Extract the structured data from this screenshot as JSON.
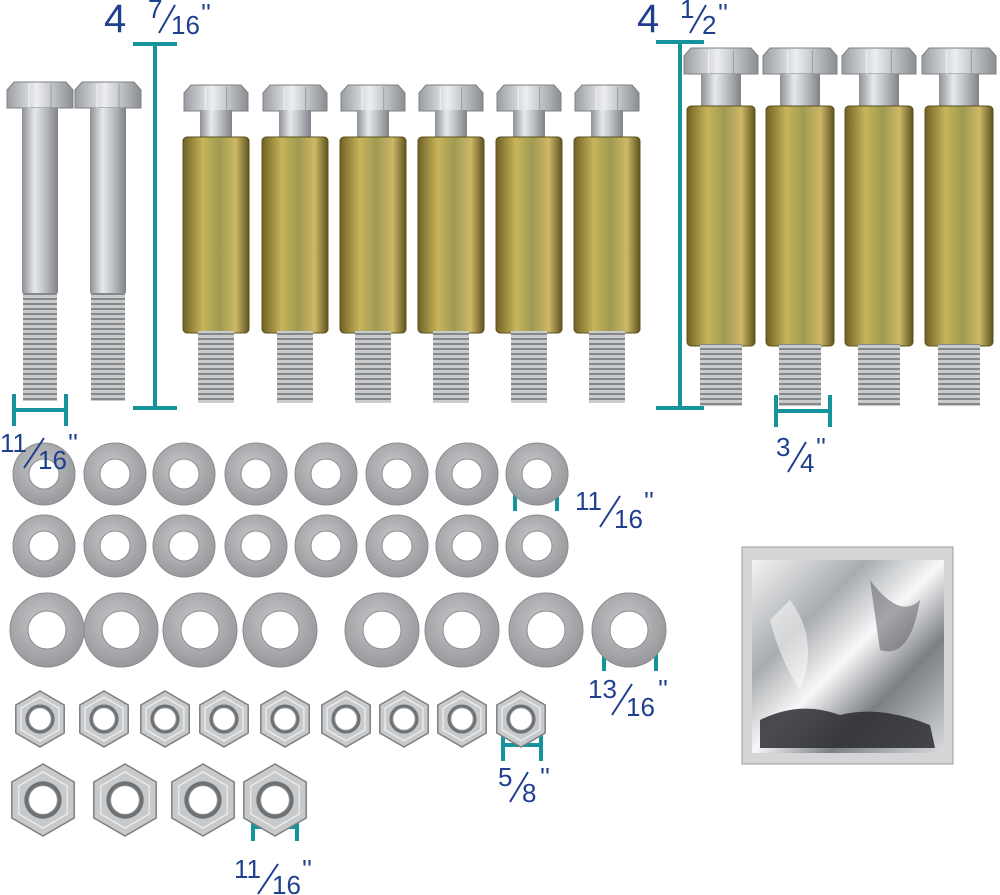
{
  "colors": {
    "background": "#ffffff",
    "measure_line": "#15949b",
    "label_text": "#1f3f8f",
    "zinc": "#b9bcc0",
    "brass": "#b7a54a",
    "washer": "#a9abad",
    "nut": "#c4c6c8"
  },
  "labels": {
    "bolt_short_length": {
      "whole": "4",
      "num": "7",
      "den": "16",
      "unit": "''"
    },
    "bolt_long_length": {
      "whole": "4",
      "num": "1",
      "den": "2",
      "unit": "''"
    },
    "bolt_short_diameter": {
      "num": "11",
      "den": "16",
      "unit": "''"
    },
    "bolt_long_diameter": {
      "num": "3",
      "den": "4",
      "unit": "''"
    },
    "washer_small": {
      "num": "11",
      "den": "16",
      "unit": "''"
    },
    "washer_large": {
      "num": "13",
      "den": "16",
      "unit": "''"
    },
    "nut_small": {
      "num": "5",
      "den": "8",
      "unit": "''"
    },
    "nut_large": {
      "num": "11",
      "den": "16",
      "unit": "''"
    }
  },
  "icons": {
    "plain_bolt": "hex-bolt-icon",
    "spacer_bolt": "spacer-bolt-icon",
    "washer": "flat-washer-icon",
    "nut": "hex-nut-icon",
    "packet": "grease-packet-icon"
  },
  "counts": {
    "plain_bolts": 2,
    "short_spacer_bolts": 6,
    "long_spacer_bolts": 4,
    "small_washers": 16,
    "large_washers": 8,
    "small_nuts": 9,
    "large_nuts": 4,
    "packets": 1
  }
}
